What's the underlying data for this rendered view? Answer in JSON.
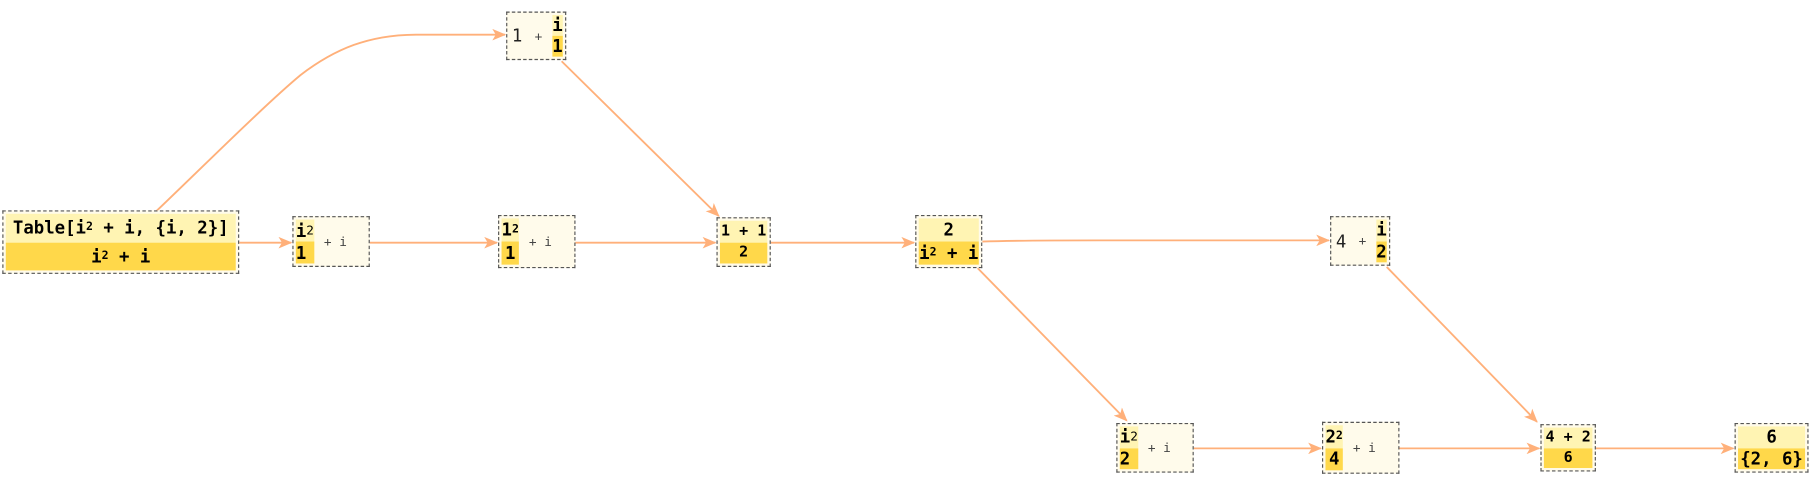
{
  "colors": {
    "edge": "#ffb07a",
    "light": "#fff4b3",
    "dark": "#ffd84a",
    "node_bg": "#fffbeb"
  },
  "nodes": {
    "table": {
      "top_a": "Table[i",
      "top_sup": "2",
      "top_b": " + i, {i, 2}]",
      "bot_a": "i",
      "bot_sup": "2",
      "bot_b": " + i"
    },
    "n2": {
      "top": "i",
      "sup": "2",
      "bottom": "1",
      "rest": " + i"
    },
    "n3": {
      "top": "1",
      "sup": "2",
      "bottom": "1",
      "rest": " + i"
    },
    "n4": {
      "lead": "1",
      "plus": " + ",
      "top": "i",
      "bottom": "1"
    },
    "n5": {
      "top": "1 + 1",
      "bottom": "2"
    },
    "n6": {
      "top": "2",
      "bot_a": "i",
      "bot_sup": "2",
      "bot_b": " + i"
    },
    "n7": {
      "lead": "4",
      "plus": " + ",
      "top": "i",
      "bottom": "2"
    },
    "n8": {
      "top": "i",
      "sup": "2",
      "bottom": "2",
      "rest": " + i"
    },
    "n9": {
      "top": "2",
      "sup": "2",
      "bottom": "4",
      "rest": " + i"
    },
    "n10": {
      "top": "4 + 2",
      "bottom": "6"
    },
    "n11": {
      "top": "6",
      "bottom": "{2, 6}"
    }
  }
}
